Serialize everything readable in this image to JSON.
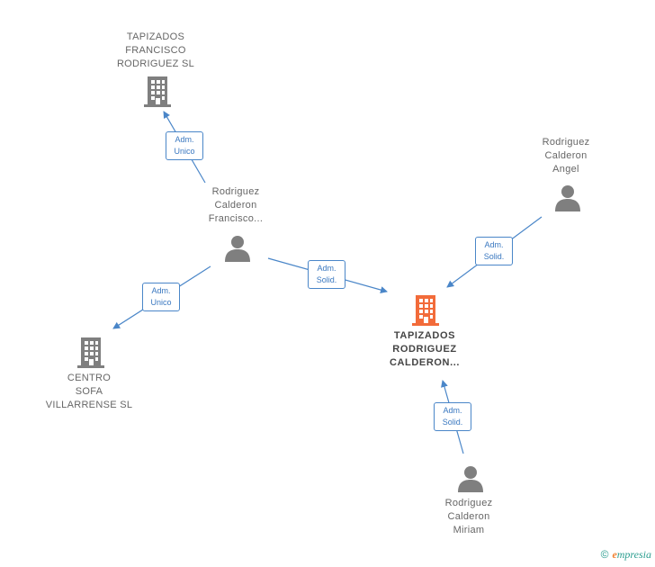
{
  "nodes": {
    "tapizados_francisco": {
      "line1": "TAPIZADOS",
      "line2": "FRANCISCO",
      "line3": "RODRIGUEZ SL"
    },
    "rc_francisco": {
      "line1": "Rodriguez",
      "line2": "Calderon",
      "line3": "Francisco..."
    },
    "rc_angel": {
      "line1": "Rodriguez",
      "line2": "Calderon",
      "line3": "Angel"
    },
    "main_company": {
      "line1": "TAPIZADOS",
      "line2": "RODRIGUEZ",
      "line3": "CALDERON..."
    },
    "centro_sofa": {
      "line1": "CENTRO",
      "line2": "SOFA",
      "line3": "VILLARRENSE SL"
    },
    "rc_miriam": {
      "line1": "Rodriguez",
      "line2": "Calderon",
      "line3": "Miriam"
    }
  },
  "edges": {
    "e1": {
      "line1": "Adm.",
      "line2": "Unico"
    },
    "e2": {
      "line1": "Adm.",
      "line2": "Solid."
    },
    "e3": {
      "line1": "Adm.",
      "line2": "Unico"
    },
    "e4": {
      "line1": "Adm.",
      "line2": "Solid."
    },
    "e5": {
      "line1": "Adm.",
      "line2": "Solid."
    }
  },
  "colors": {
    "edge": "#4a86c8",
    "company_icon": "#7f7f7f",
    "main_icon": "#f26b3a",
    "person_icon": "#7f7f7f"
  },
  "icons": {
    "company": "building-icon",
    "person": "person-icon"
  },
  "brand": {
    "copyright": "©",
    "initial": "e",
    "rest": "mpresia"
  }
}
